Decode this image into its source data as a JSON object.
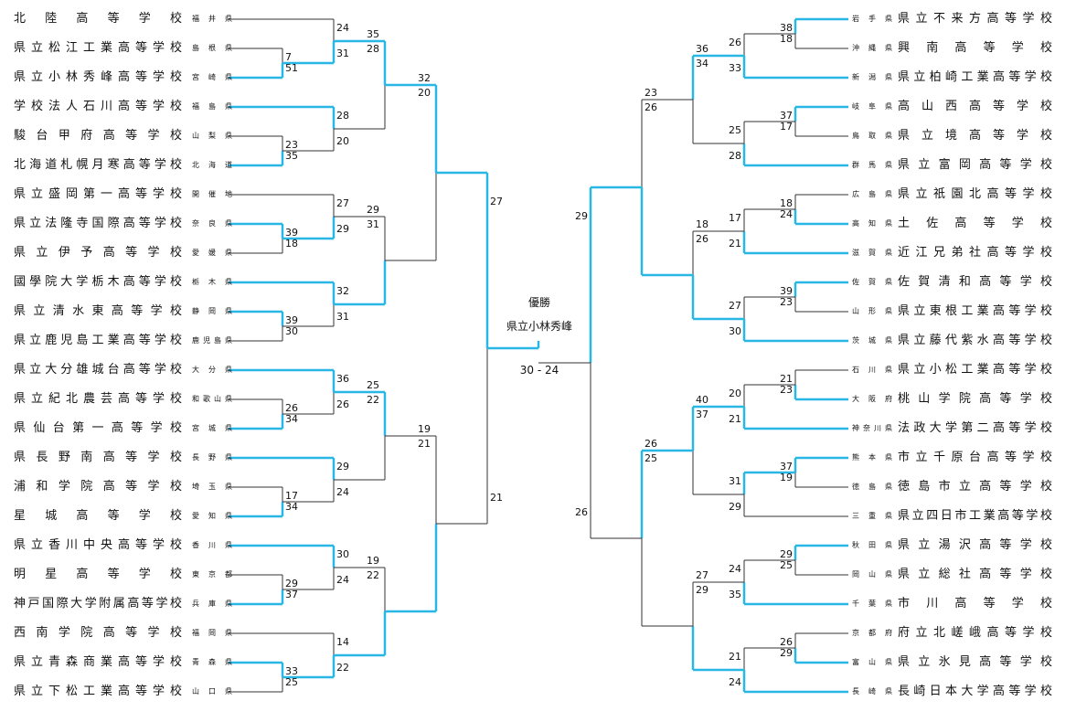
{
  "colors": {
    "winner": "#29b7e6",
    "line": "#333333"
  },
  "champion": {
    "label": "優勝",
    "team": "県立小林秀峰",
    "score": "30 - 24"
  },
  "left_teams": [
    {
      "name": "北陸高等学校",
      "pref": "福井県"
    },
    {
      "name": "県立松江工業高等学校",
      "pref": "島根県"
    },
    {
      "name": "県立小林秀峰高等学校",
      "pref": "宮崎県"
    },
    {
      "name": "学校法人石川高等学校",
      "pref": "福島県"
    },
    {
      "name": "駿台甲府高等学校",
      "pref": "山梨県"
    },
    {
      "name": "北海道札幌月寒高等学校",
      "pref": "北海道"
    },
    {
      "name": "県立盛岡第一高等学校",
      "pref": "開催地"
    },
    {
      "name": "県立法隆寺国際高等学校",
      "pref": "奈良県"
    },
    {
      "name": "県立伊予高等学校",
      "pref": "愛媛県"
    },
    {
      "name": "國學院大学栃木高等学校",
      "pref": "栃木県"
    },
    {
      "name": "県立清水東高等学校",
      "pref": "静岡県"
    },
    {
      "name": "県立鹿児島工業高等学校",
      "pref": "鹿児島県"
    },
    {
      "name": "県立大分雄城台高等学校",
      "pref": "大分県"
    },
    {
      "name": "県立紀北農芸高等学校",
      "pref": "和歌山県"
    },
    {
      "name": "県仙台第一高等学校",
      "pref": "宮城県"
    },
    {
      "name": "県長野南高等学校",
      "pref": "長野県"
    },
    {
      "name": "浦和学院高等学校",
      "pref": "埼玉県"
    },
    {
      "name": "星城高等学校",
      "pref": "愛知県"
    },
    {
      "name": "県立香川中央高等学校",
      "pref": "香川県"
    },
    {
      "name": "明星高等学校",
      "pref": "東京都"
    },
    {
      "name": "神戸国際大学附属高等学校",
      "pref": "兵庫県"
    },
    {
      "name": "西南学院高等学校",
      "pref": "福岡県"
    },
    {
      "name": "県立青森商業高等学校",
      "pref": "青森県"
    },
    {
      "name": "県立下松工業高等学校",
      "pref": "山口県"
    }
  ],
  "right_teams": [
    {
      "name": "県立不来方高等学校",
      "pref": "岩手県"
    },
    {
      "name": "興南高等学校",
      "pref": "沖縄県"
    },
    {
      "name": "県立柏崎工業高等学校",
      "pref": "新潟県"
    },
    {
      "name": "高山西高等学校",
      "pref": "岐阜県"
    },
    {
      "name": "県立境高等学校",
      "pref": "鳥取県"
    },
    {
      "name": "県立富岡高等学校",
      "pref": "群馬県"
    },
    {
      "name": "県立祇園北高等学校",
      "pref": "広島県"
    },
    {
      "name": "土佐高等学校",
      "pref": "高知県"
    },
    {
      "name": "近江兄弟社高等学校",
      "pref": "滋賀県"
    },
    {
      "name": "佐賀清和高等学校",
      "pref": "佐賀県"
    },
    {
      "name": "県立東根工業高等学校",
      "pref": "山形県"
    },
    {
      "name": "県立藤代紫水高等学校",
      "pref": "茨城県"
    },
    {
      "name": "県立小松工業高等学校",
      "pref": "石川県"
    },
    {
      "name": "桃山学院高等学校",
      "pref": "大阪府"
    },
    {
      "name": "法政大学第二高等学校",
      "pref": "神奈川県"
    },
    {
      "name": "市立千原台高等学校",
      "pref": "熊本県"
    },
    {
      "name": "徳島市立高等学校",
      "pref": "徳島県"
    },
    {
      "name": "県立四日市工業高等学校",
      "pref": "三重県"
    },
    {
      "name": "県立湯沢高等学校",
      "pref": "秋田県"
    },
    {
      "name": "県立総社高等学校",
      "pref": "岡山県"
    },
    {
      "name": "市川高等学校",
      "pref": "千葉県"
    },
    {
      "name": "府立北嵯峨高等学校",
      "pref": "京都府"
    },
    {
      "name": "県立氷見高等学校",
      "pref": "富山県"
    },
    {
      "name": "長崎日本大学高等学校",
      "pref": "長崎県"
    }
  ],
  "matches": {
    "left": {
      "r1": [
        {
          "top": "7",
          "bottom": "51",
          "winner": "bottom"
        },
        {
          "top": "23",
          "bottom": "35",
          "winner": "bottom"
        },
        {
          "top": "39",
          "bottom": "18",
          "winner": "top"
        },
        {
          "top": "39",
          "bottom": "30",
          "winner": "top"
        },
        {
          "top": "26",
          "bottom": "34",
          "winner": "bottom"
        },
        {
          "top": "17",
          "bottom": "34",
          "winner": "bottom"
        },
        {
          "top": "29",
          "bottom": "37",
          "winner": "bottom"
        },
        {
          "top": "33",
          "bottom": "25",
          "winner": "top"
        }
      ],
      "r2": [
        {
          "top": "24",
          "bottom": "31",
          "winner": "bottom"
        },
        {
          "top": "28",
          "bottom": "20",
          "winner": "top"
        },
        {
          "top": "27",
          "bottom": "29",
          "winner": "bottom"
        },
        {
          "top": "32",
          "bottom": "31",
          "winner": "top"
        },
        {
          "top": "36",
          "bottom": "26",
          "winner": "top"
        },
        {
          "top": "29",
          "bottom": "24",
          "winner": "top"
        },
        {
          "top": "30",
          "bottom": "24",
          "winner": "top"
        },
        {
          "top": "14",
          "bottom": "22",
          "winner": "bottom"
        }
      ],
      "r3": [
        {
          "top": "35",
          "bottom": "28",
          "winner": "top"
        },
        {
          "top": "29",
          "bottom": "31",
          "winner": "bottom"
        },
        {
          "top": "25",
          "bottom": "22",
          "winner": "top"
        },
        {
          "top": "19",
          "bottom": "22",
          "winner": "bottom"
        }
      ],
      "r4": [
        {
          "top": "32",
          "bottom": "20",
          "winner": "top"
        },
        {
          "top": "19",
          "bottom": "21",
          "winner": "bottom"
        }
      ],
      "r5": {
        "top": "27",
        "bottom": "21",
        "winner": "top"
      }
    },
    "right": {
      "r1": [
        {
          "top": "38",
          "bottom": "18",
          "winner": "top"
        },
        {
          "top": "37",
          "bottom": "17",
          "winner": "top"
        },
        {
          "top": "18",
          "bottom": "24",
          "winner": "bottom"
        },
        {
          "top": "39",
          "bottom": "23",
          "winner": "top"
        },
        {
          "top": "21",
          "bottom": "23",
          "winner": "bottom"
        },
        {
          "top": "37",
          "bottom": "19",
          "winner": "top"
        },
        {
          "top": "29",
          "bottom": "25",
          "winner": "top"
        },
        {
          "top": "26",
          "bottom": "29",
          "winner": "bottom"
        }
      ],
      "r2": [
        {
          "top": "26",
          "bottom": "33",
          "winner": "bottom"
        },
        {
          "top": "25",
          "bottom": "28",
          "winner": "bottom"
        },
        {
          "top": "17",
          "bottom": "21",
          "winner": "bottom"
        },
        {
          "top": "27",
          "bottom": "30",
          "winner": "bottom"
        },
        {
          "top": "20",
          "bottom": "21",
          "winner": "bottom"
        },
        {
          "top": "31",
          "bottom": "29",
          "winner": "top"
        },
        {
          "top": "24",
          "bottom": "35",
          "winner": "bottom"
        },
        {
          "top": "21",
          "bottom": "24",
          "winner": "bottom"
        }
      ],
      "r3": [
        {
          "top": "36",
          "bottom": "34",
          "winner": "top"
        },
        {
          "top": "18",
          "bottom": "26",
          "winner": "bottom"
        },
        {
          "top": "40",
          "bottom": "37",
          "winner": "top"
        },
        {
          "top": "27",
          "bottom": "29",
          "winner": "bottom"
        }
      ],
      "r4": [
        {
          "top": "23",
          "bottom": "26",
          "winner": "bottom"
        },
        {
          "top": "26",
          "bottom": "25",
          "winner": "top"
        }
      ],
      "r5": {
        "top": "29",
        "bottom": "26",
        "winner": "top"
      }
    }
  }
}
